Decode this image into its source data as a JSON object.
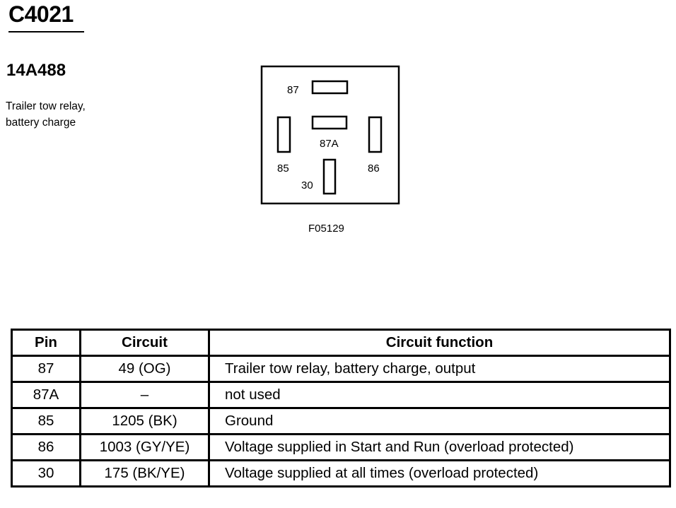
{
  "connector": {
    "id": "C4021",
    "part_number": "14A488",
    "description_lines": [
      "Trailer tow relay,",
      "battery charge"
    ]
  },
  "diagram": {
    "figure_code": "F05129",
    "terminals": {
      "t87": "87",
      "t87a": "87A",
      "t85": "85",
      "t86": "86",
      "t30": "30"
    }
  },
  "table": {
    "headers": [
      "Pin",
      "Circuit",
      "Circuit function"
    ],
    "rows": [
      {
        "pin": "87",
        "circuit": "49 (OG)",
        "function": "Trailer tow relay, battery charge, output"
      },
      {
        "pin": "87A",
        "circuit": "–",
        "function": "not used"
      },
      {
        "pin": "85",
        "circuit": "1205 (BK)",
        "function": "Ground"
      },
      {
        "pin": "86",
        "circuit": "1003 (GY/YE)",
        "function": "Voltage supplied in Start and Run (overload protected)"
      },
      {
        "pin": "30",
        "circuit": "175 (BK/YE)",
        "function": "Voltage supplied at all times (overload protected)"
      }
    ]
  }
}
